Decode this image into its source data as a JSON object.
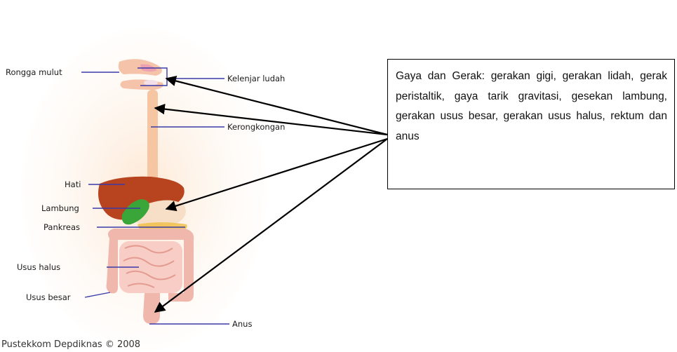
{
  "labels": {
    "rongga_mulut": "Rongga mulut",
    "kelenjar_ludah": "Kelenjar ludah",
    "kerongkongan": "Kerongkongan",
    "hati": "Hati",
    "lambung": "Lambung",
    "pankreas": "Pankreas",
    "usus_halus": "Usus halus",
    "usus_besar": "Usus besar",
    "anus": "Anus"
  },
  "credit": "Pustekkom Depdiknas © 2008",
  "callout_text": "Gaya dan Gerak: gerakan gigi, gerakan lidah, gerak peristaltik, gaya tarik gravitasi, gesekan lambung, gerakan usus besar, gerakan usus halus, rektum dan anus",
  "colors": {
    "label_line": "#3a3aa8",
    "liver": "#b8431f",
    "gallbladder": "#3aa63a",
    "intestine": "#f0b7ad",
    "esophagus": "#f6c6a2"
  }
}
